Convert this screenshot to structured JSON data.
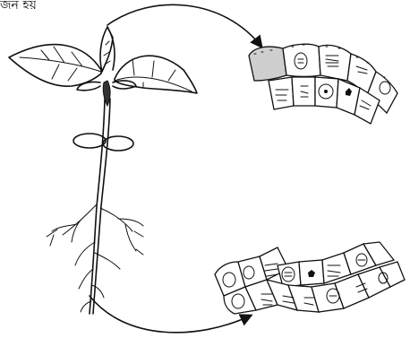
{
  "caption": "জন হয়।",
  "figure": {
    "subject": "plant-with-meristem-cells",
    "shoot_tip_region": "apical-meristem-cells",
    "root_tip_region": "root-meristem-cells",
    "colors": {
      "ink": "#111111",
      "shade": "#cfcfcf",
      "background": "#ffffff"
    }
  }
}
